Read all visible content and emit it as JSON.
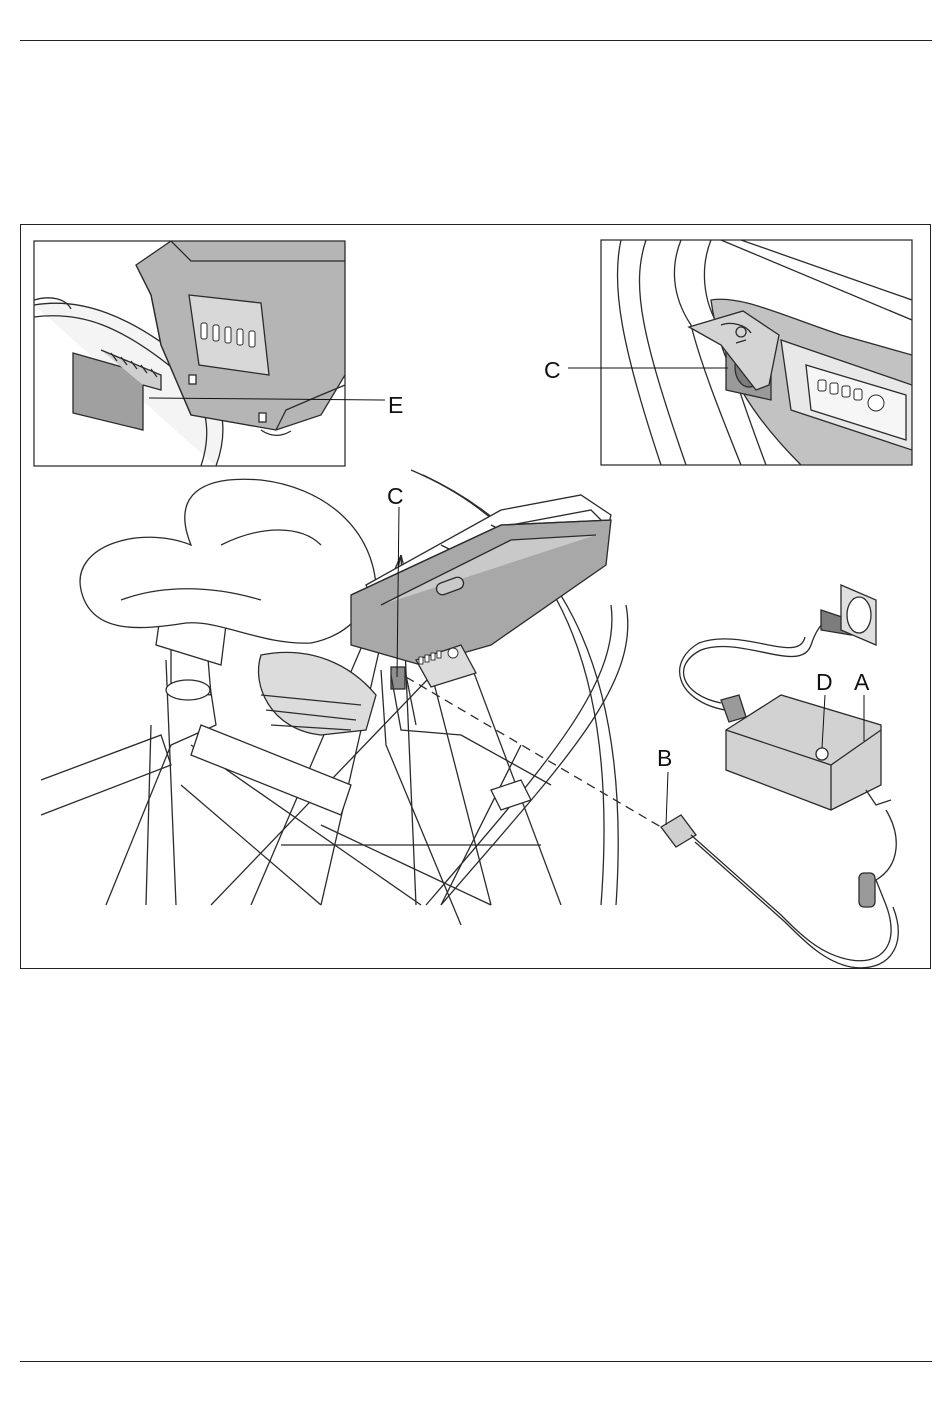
{
  "figure": {
    "callouts": {
      "A": "A",
      "B": "B",
      "C_inset": "C",
      "C_main": "C",
      "D": "D",
      "E": "E"
    }
  },
  "colors": {
    "line": "#2b2b2b",
    "battery_grey": "#a8a8a8",
    "battery_light": "#c9c9c9",
    "inset_fill": "#f2f2f2"
  }
}
